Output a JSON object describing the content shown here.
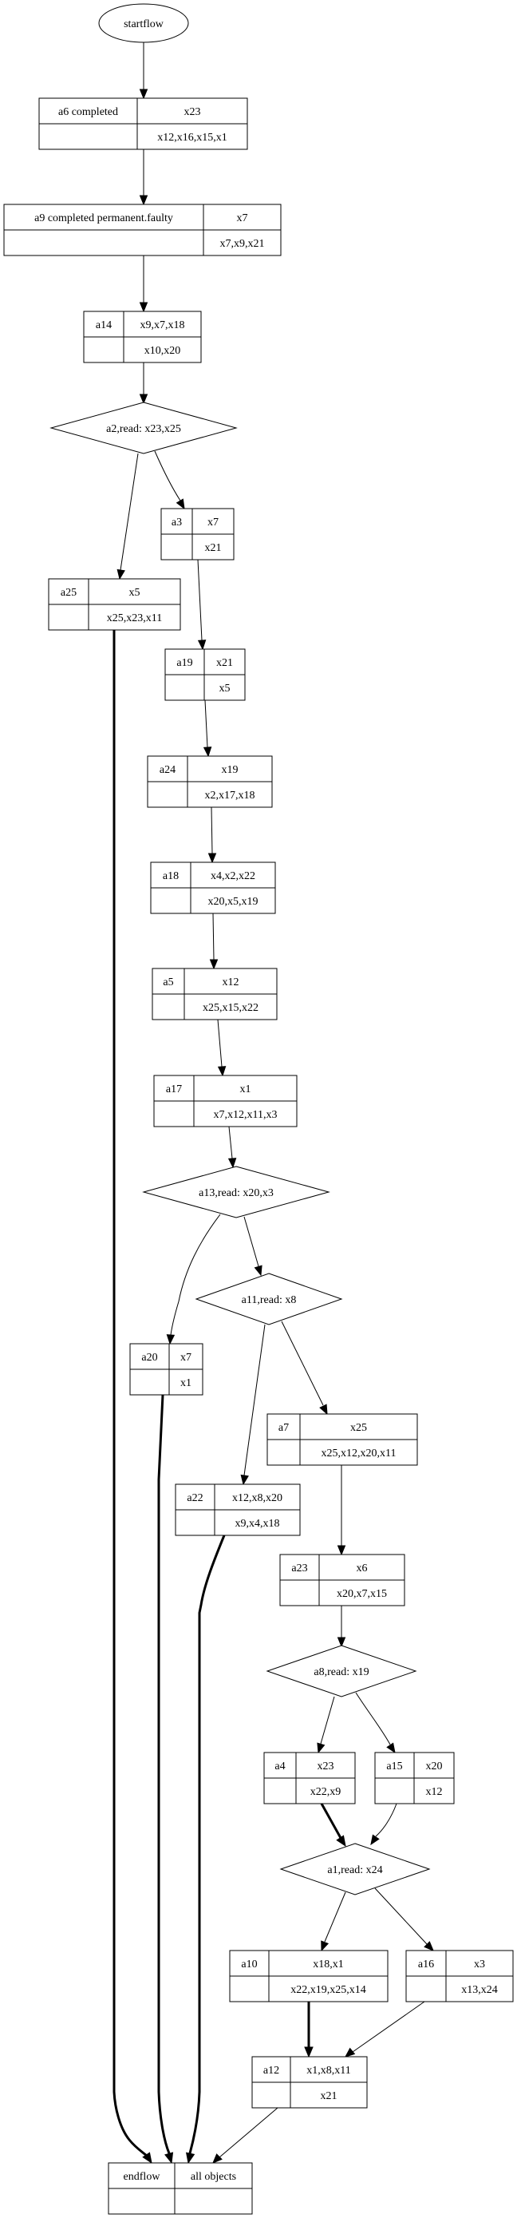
{
  "diagram": {
    "type": "workflow-flowchart",
    "start": {
      "id": "startflow",
      "label": "startflow"
    },
    "records": [
      {
        "id": "a6",
        "name": "a6 completed",
        "top": "x23",
        "bottom": "x12,x16,x15,x1"
      },
      {
        "id": "a9",
        "name": "a9 completed permanent.faulty",
        "top": "x7",
        "bottom": "x7,x9,x21"
      },
      {
        "id": "a14",
        "name": "a14",
        "top": "x9,x7,x18",
        "bottom": "x10,x20"
      },
      {
        "id": "a3",
        "name": "a3",
        "top": "x7",
        "bottom": "x21"
      },
      {
        "id": "a25",
        "name": "a25",
        "top": "x5",
        "bottom": "x25,x23,x11"
      },
      {
        "id": "a19",
        "name": "a19",
        "top": "x21",
        "bottom": "x5"
      },
      {
        "id": "a24",
        "name": "a24",
        "top": "x19",
        "bottom": "x2,x17,x18"
      },
      {
        "id": "a18",
        "name": "a18",
        "top": "x4,x2,x22",
        "bottom": "x20,x5,x19"
      },
      {
        "id": "a5",
        "name": "a5",
        "top": "x12",
        "bottom": "x25,x15,x22"
      },
      {
        "id": "a17",
        "name": "a17",
        "top": "x1",
        "bottom": "x7,x12,x11,x3"
      },
      {
        "id": "a20",
        "name": "a20",
        "top": "x7",
        "bottom": "x1"
      },
      {
        "id": "a7",
        "name": "a7",
        "top": "x25",
        "bottom": "x25,x12,x20,x11"
      },
      {
        "id": "a22",
        "name": "a22",
        "top": "x12,x8,x20",
        "bottom": "x9,x4,x18"
      },
      {
        "id": "a23",
        "name": "a23",
        "top": "x6",
        "bottom": "x20,x7,x15"
      },
      {
        "id": "a4",
        "name": "a4",
        "top": "x23",
        "bottom": "x22,x9"
      },
      {
        "id": "a15",
        "name": "a15",
        "top": "x20",
        "bottom": "x12"
      },
      {
        "id": "a10",
        "name": "a10",
        "top": "x18,x1",
        "bottom": "x22,x19,x25,x14"
      },
      {
        "id": "a16",
        "name": "a16",
        "top": "x3",
        "bottom": "x13,x24"
      },
      {
        "id": "a12",
        "name": "a12",
        "top": "x1,x8,x11",
        "bottom": "x21"
      },
      {
        "id": "endflow",
        "name": "endflow",
        "top": "all objects",
        "bottom": ""
      }
    ],
    "decisions": [
      {
        "id": "a2",
        "label": "a2,read: x23,x25"
      },
      {
        "id": "a13",
        "label": "a13,read: x20,x3"
      },
      {
        "id": "a11",
        "label": "a11,read: x8"
      },
      {
        "id": "a8",
        "label": "a8,read: x19"
      },
      {
        "id": "a1",
        "label": "a1,read: x24"
      }
    ],
    "edges": [
      {
        "from": "startflow",
        "to": "a6",
        "style": "thin"
      },
      {
        "from": "a6",
        "to": "a9",
        "style": "thin"
      },
      {
        "from": "a9",
        "to": "a14",
        "style": "thin"
      },
      {
        "from": "a14",
        "to": "a2",
        "style": "thin"
      },
      {
        "from": "a2",
        "to": "a25",
        "style": "thin"
      },
      {
        "from": "a2",
        "to": "a3",
        "style": "thin"
      },
      {
        "from": "a3",
        "to": "a19",
        "style": "thin"
      },
      {
        "from": "a19",
        "to": "a24",
        "style": "thin"
      },
      {
        "from": "a24",
        "to": "a18",
        "style": "thin"
      },
      {
        "from": "a18",
        "to": "a5",
        "style": "thin"
      },
      {
        "from": "a5",
        "to": "a17",
        "style": "thin"
      },
      {
        "from": "a17",
        "to": "a13",
        "style": "thin"
      },
      {
        "from": "a13",
        "to": "a20",
        "style": "thin"
      },
      {
        "from": "a13",
        "to": "a11",
        "style": "thin"
      },
      {
        "from": "a11",
        "to": "a22",
        "style": "thin"
      },
      {
        "from": "a11",
        "to": "a7",
        "style": "thin"
      },
      {
        "from": "a7",
        "to": "a23",
        "style": "thin"
      },
      {
        "from": "a23",
        "to": "a8",
        "style": "thin"
      },
      {
        "from": "a8",
        "to": "a4",
        "style": "thin"
      },
      {
        "from": "a8",
        "to": "a15",
        "style": "thin"
      },
      {
        "from": "a4",
        "to": "a1",
        "style": "bold"
      },
      {
        "from": "a15",
        "to": "a1",
        "style": "thin"
      },
      {
        "from": "a1",
        "to": "a10",
        "style": "thin"
      },
      {
        "from": "a1",
        "to": "a16",
        "style": "thin"
      },
      {
        "from": "a10",
        "to": "a12",
        "style": "bold"
      },
      {
        "from": "a16",
        "to": "a12",
        "style": "thin"
      },
      {
        "from": "a25",
        "to": "endflow",
        "style": "bold"
      },
      {
        "from": "a20",
        "to": "endflow",
        "style": "bold"
      },
      {
        "from": "a22",
        "to": "endflow",
        "style": "bold"
      },
      {
        "from": "a12",
        "to": "endflow",
        "style": "thin"
      }
    ]
  }
}
